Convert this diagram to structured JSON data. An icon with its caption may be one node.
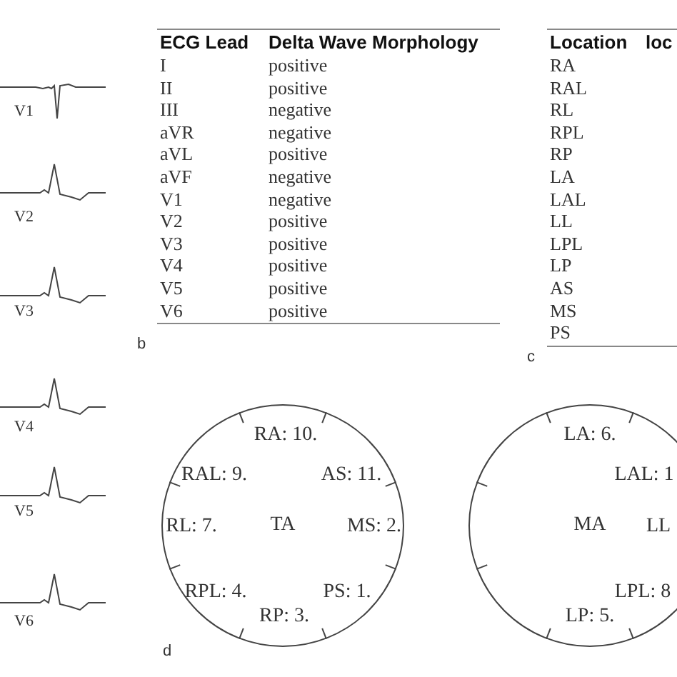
{
  "diagram": {
    "nodes": [
      {
        "text": [
          "TA"
        ]
      },
      {
        "text": [
          "RA: 10."
        ],
        "in": 0
      },
      {
        "text": [
          "RAL: 9."
        ],
        "in": 0
      },
      {
        "text": [
          "AS: 11."
        ],
        "in": 0
      },
      {
        "text": [
          "RL: 7."
        ],
        "in": 0
      },
      {
        "text": [
          "MS: 2."
        ],
        "in": 0
      },
      {
        "text": [
          "RPL: 4."
        ],
        "in": 0
      },
      {
        "text": [
          "PS: 1."
        ],
        "in": 0
      },
      {
        "text": [
          "RP: 3."
        ],
        "in": 0
      },
      {
        "text": [
          "MA"
        ]
      },
      {
        "text": [
          "LA: 6."
        ],
        "in": 9
      },
      {
        "text": [
          "LAL: 1"
        ],
        "in": 9
      },
      {
        "text": [
          "LL"
        ],
        "in": 9
      },
      {
        "text": [
          "LPL: 8"
        ],
        "in": 9
      },
      {
        "text": [
          "LP: 5."
        ],
        "in": 9
      }
    ],
    "labels": [
      "V1",
      "V2",
      "V3",
      "V4",
      "V5",
      "V6",
      "ECG Lead",
      "Delta Wave Morphology",
      "I",
      "positive",
      "II",
      "positive",
      "III",
      "negative",
      "aVR",
      "negative",
      "aVL",
      "positive",
      "aVF",
      "negative",
      "V1",
      "negative",
      "V2",
      "positive",
      "V3",
      "positive",
      "V4",
      "positive",
      "V5",
      "positive",
      "V6",
      "positive",
      "b",
      "Location",
      "loc",
      "RA",
      "RAL",
      "RL",
      "RPL",
      "RP",
      "LA",
      "LAL",
      "LL",
      "LPL",
      "LP",
      "AS",
      "MS",
      "PS",
      "c",
      "d"
    ]
  }
}
